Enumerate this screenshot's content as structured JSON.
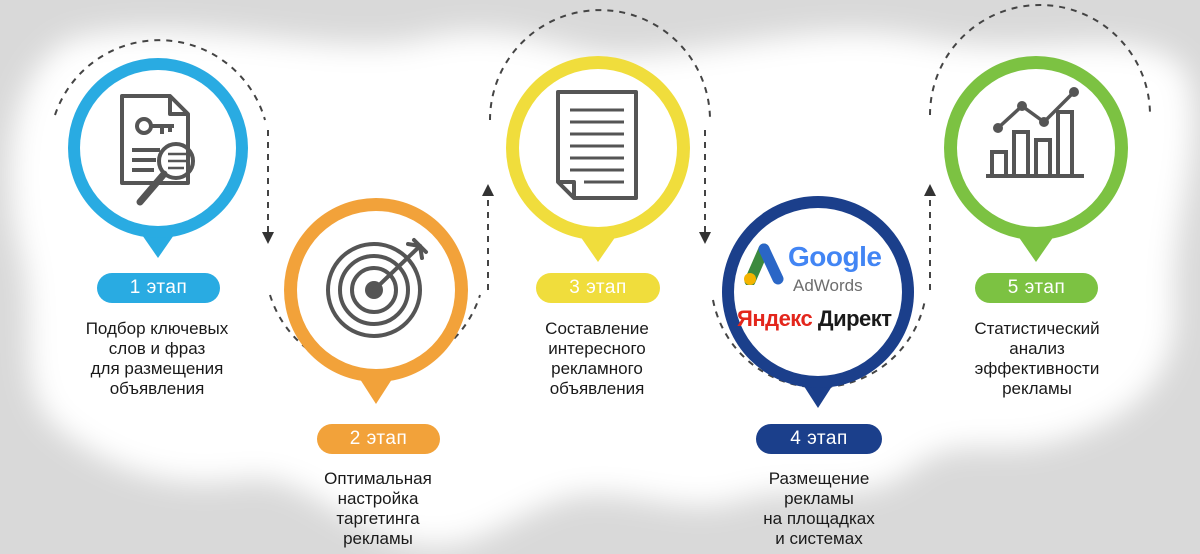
{
  "colors": {
    "stage1": "#29abe2",
    "stage2": "#f2a23a",
    "stage3": "#f0dd3c",
    "stage4": "#1b3f8b",
    "stage5": "#7cc242"
  },
  "stages": [
    {
      "pill": "1 этап",
      "text": "Подбор ключевых\nслов и фраз\nдля размещения\nобъявления",
      "icon": "document-key-magnifier-icon"
    },
    {
      "pill": "2 этап",
      "text": "Оптимальная\nнастройка\nтаргетинга\nрекламы",
      "icon": "target-arrow-icon"
    },
    {
      "pill": "3 этап",
      "text": "Составление\nинтересного\nрекламного\nобъявления",
      "icon": "document-icon"
    },
    {
      "pill": "4 этап",
      "text": "Размещение\nрекламы\nна площадках\nи системах",
      "icon": "google-yandex-logos"
    },
    {
      "pill": "5 этап",
      "text": "Статистический\nанализ\nэффективности\nрекламы",
      "icon": "bar-chart-trend-icon"
    }
  ],
  "logos": {
    "google": "Google",
    "adwords": "AdWords",
    "yandex_a": "Яндекс",
    "yandex_b": "Директ"
  }
}
